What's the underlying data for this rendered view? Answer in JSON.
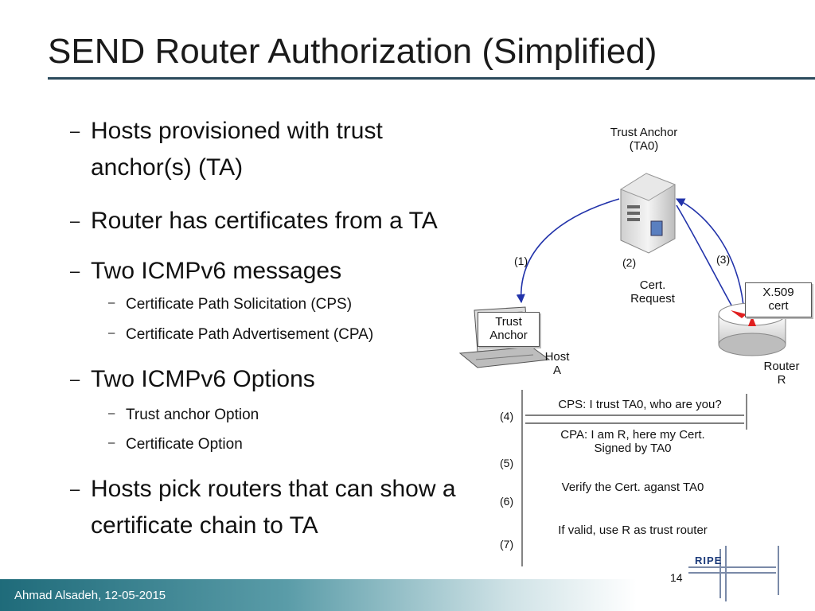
{
  "slide": {
    "title": "SEND Router Authorization (Simplified)",
    "bullet_dash": "–",
    "bullets": [
      {
        "text": "Hosts provisioned with trust anchor(s) (TA)"
      },
      {
        "text": "Router has certificates from a TA"
      },
      {
        "text": "Two ICMPv6 messages"
      },
      {
        "text": "Two ICMPv6 Options"
      },
      {
        "text": "Hosts pick routers that can show a certificate chain to TA"
      }
    ],
    "sub_bullets": {
      "messages": [
        "Certificate Path Solicitation (CPS)",
        "Certificate Path Advertisement (CPA)"
      ],
      "options": [
        "Trust anchor Option",
        "Certificate Option"
      ]
    }
  },
  "diagram": {
    "trust_anchor_line1": "Trust Anchor",
    "trust_anchor_line2": "(TA0)",
    "step1": "(1)",
    "step2": "(2)",
    "step3": "(3)",
    "cert_request_line1": "Cert.",
    "cert_request_line2": "Request",
    "x509_line1": "X.509",
    "x509_line2": "cert",
    "trust_anchor_callout_line1": "Trust",
    "trust_anchor_callout_line2": "Anchor",
    "host_line1": "Host",
    "host_line2": "A",
    "router_line1": "Router",
    "router_line2": "R",
    "step4": "(4)",
    "step5": "(5)",
    "step6": "(6)",
    "step7": "(7)",
    "msg_cps": "CPS: I trust TA0, who are you?",
    "msg_cpa_line1": "CPA: I am R, here my Cert.",
    "msg_cpa_line2": "Signed by TA0",
    "msg_verify": "Verify the Cert. aganst TA0",
    "msg_valid": "If valid, use R as trust router"
  },
  "footer": {
    "author_date": "Ahmad Alsadeh, 12-05-2015",
    "page_number": "14",
    "logo_text": "RIPE"
  },
  "colors": {
    "accent": "#2b4a5c",
    "router_arrow": "#e02020",
    "footer_teal": "#1f6b7a"
  }
}
